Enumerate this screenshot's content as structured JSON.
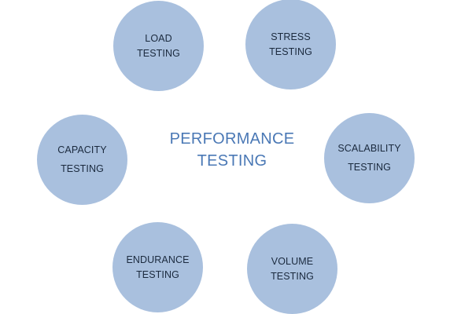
{
  "diagram": {
    "type": "hub-and-spoke",
    "center": {
      "line1": "PERFORMANCE",
      "line2": "TESTING",
      "color": "#4a78b5"
    },
    "bubble_color": "#a9c0de",
    "bubble_text_color": "#1b2a3e",
    "nodes": [
      {
        "id": "load",
        "line1": "LOAD",
        "line2": "TESTING"
      },
      {
        "id": "stress",
        "line1": "STRESS",
        "line2": "TESTING"
      },
      {
        "id": "capacity",
        "line1": "CAPACITY",
        "line2": "TESTING"
      },
      {
        "id": "scalability",
        "line1": "SCALABILITY",
        "line2": "TESTING"
      },
      {
        "id": "endurance",
        "line1": "ENDURANCE",
        "line2": "TESTING"
      },
      {
        "id": "volume",
        "line1": "VOLUME",
        "line2": "TESTING"
      }
    ]
  }
}
